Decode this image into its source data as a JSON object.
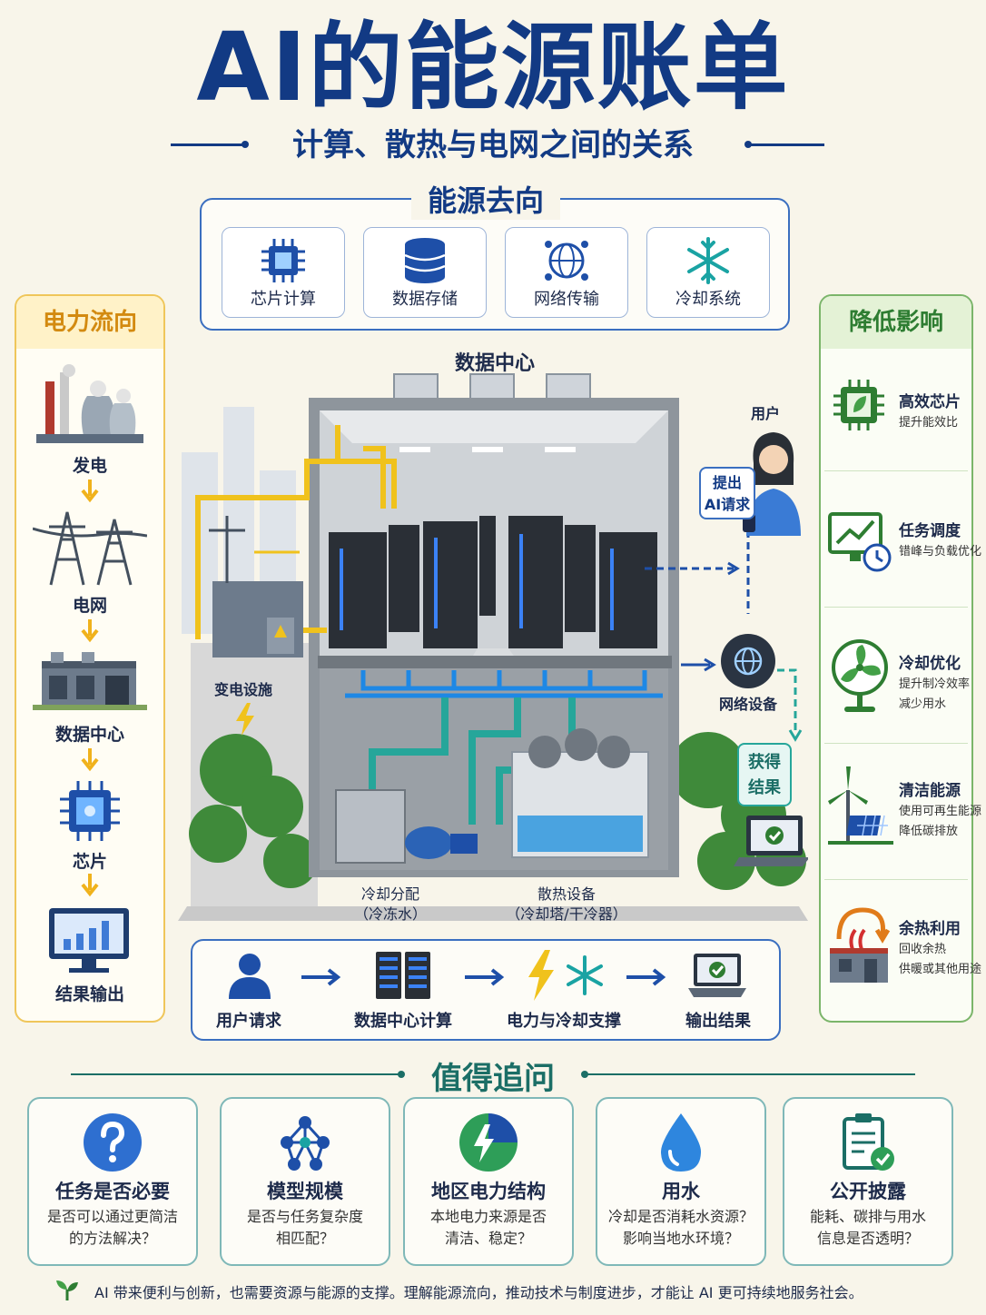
{
  "title": "AI的能源账单",
  "subtitle": "计算、散热与电网之间的关系",
  "energy_destination": {
    "heading": "能源去向",
    "items": [
      {
        "label": "芯片计算",
        "icon": "chip-icon"
      },
      {
        "label": "数据存储",
        "icon": "database-icon"
      },
      {
        "label": "网络传输",
        "icon": "network-globe-icon"
      },
      {
        "label": "冷却系统",
        "icon": "snowflake-icon"
      }
    ]
  },
  "power_flow": {
    "heading": "电力流向",
    "steps": [
      {
        "label": "发电",
        "icon": "power-plant-icon"
      },
      {
        "label": "电网",
        "icon": "transmission-tower-icon"
      },
      {
        "label": "数据中心",
        "icon": "data-center-building-icon"
      },
      {
        "label": "芯片",
        "icon": "chip-icon"
      },
      {
        "label": "结果输出",
        "icon": "monitor-chart-icon"
      }
    ]
  },
  "reduce_impact": {
    "heading": "降低影响",
    "items": [
      {
        "title": "高效芯片",
        "lines": [
          "提升能效比"
        ],
        "icon": "green-chip-icon"
      },
      {
        "title": "任务调度",
        "lines": [
          "错峰与负载优化"
        ],
        "icon": "schedule-chart-icon"
      },
      {
        "title": "冷却优化",
        "lines": [
          "提升制冷效率",
          "减少用水"
        ],
        "icon": "fan-icon"
      },
      {
        "title": "清洁能源",
        "lines": [
          "使用可再生能源",
          "降低碳排放"
        ],
        "icon": "wind-solar-icon"
      },
      {
        "title": "余热利用",
        "lines": [
          "回收余热",
          "供暖或其他用途"
        ],
        "icon": "heat-recovery-icon"
      }
    ]
  },
  "datacenter": {
    "label": "数据中心",
    "substation_label": "变电设施",
    "user_label": "用户",
    "request_bubble": [
      "提出",
      "AI请求"
    ],
    "network_label": "网络设备",
    "result_bubble": [
      "获得",
      "结果"
    ],
    "cooling_distribution": [
      "冷却分配",
      "（冷冻水）"
    ],
    "heat_dissipation": [
      "散热设备",
      "（冷却塔/干冷器）"
    ]
  },
  "process": {
    "steps": [
      {
        "label": "用户请求",
        "icon": "user-icon"
      },
      {
        "label": "数据中心计算",
        "icon": "server-rack-icon"
      },
      {
        "label": "电力与冷却支撑",
        "icon": "lightning-snowflake-icon"
      },
      {
        "label": "输出结果",
        "icon": "laptop-check-icon"
      }
    ]
  },
  "questions": {
    "heading": "值得追问",
    "items": [
      {
        "title": "任务是否必要",
        "lines": [
          "是否可以通过更简洁",
          "的方法解决？"
        ],
        "icon": "question-icon"
      },
      {
        "title": "模型规模",
        "lines": [
          "是否与任务复杂度",
          "相匹配？"
        ],
        "icon": "network-nodes-icon"
      },
      {
        "title": "地区电力结构",
        "lines": [
          "本地电力来源是否",
          "清洁、稳定？"
        ],
        "icon": "pie-lightning-icon"
      },
      {
        "title": "用水",
        "lines": [
          "冷却是否消耗水资源？",
          "影响当地水环境？"
        ],
        "icon": "water-drop-icon"
      },
      {
        "title": "公开披露",
        "lines": [
          "能耗、碳排与用水",
          "信息是否透明？"
        ],
        "icon": "clipboard-check-icon"
      }
    ]
  },
  "footer": "AI 带来便利与创新，也需要资源与能源的支撑。理解能源流向，推动技术与制度进步，才能让 AI 更可持续地服务社会。",
  "colors": {
    "primary": "#123a84",
    "accent_yellow": "#efc65a",
    "accent_green": "#2e7d32",
    "teal": "#1aa3a3"
  }
}
